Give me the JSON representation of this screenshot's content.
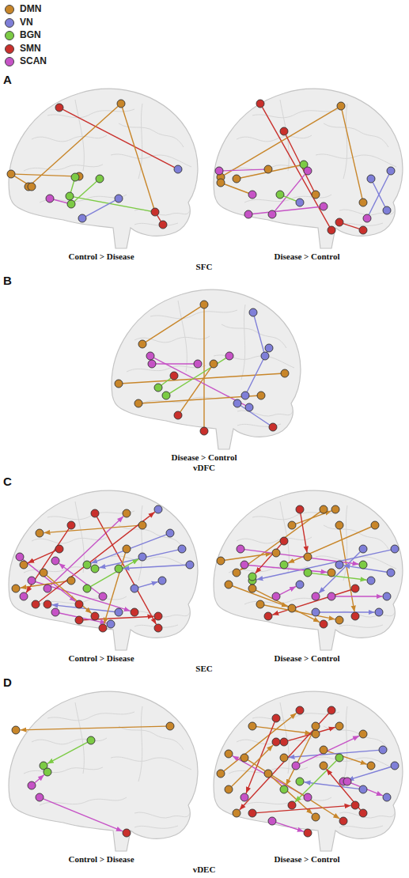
{
  "diagram": {
    "labels": [
      "A",
      "Control > Disease",
      "Disease > Control",
      "SFC",
      "B",
      "Disease > Control",
      "vDFC",
      "C",
      "Control > Disease",
      "Disease > Control",
      "SEC",
      "D",
      "Control > Disease",
      "Disease > Control",
      "vDEC"
    ],
    "legend": [
      {
        "text": "DMN",
        "color": "#c8862a"
      },
      {
        "text": "VN",
        "color": "#7f7fd8"
      },
      {
        "text": "BGN",
        "color": "#7ccb45"
      },
      {
        "text": "SMN",
        "color": "#c9302c"
      },
      {
        "text": "SCAN",
        "color": "#c653c6"
      }
    ]
  }
}
